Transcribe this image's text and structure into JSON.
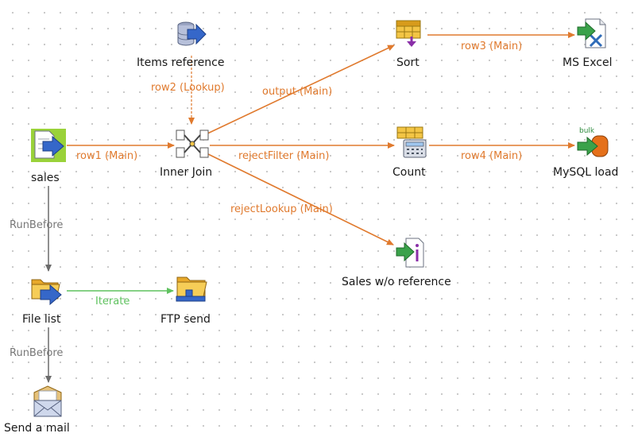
{
  "components": {
    "items_reference": {
      "label": "Items reference",
      "icon": "database-input-icon"
    },
    "sort": {
      "label": "Sort",
      "icon": "sort-icon"
    },
    "ms_excel": {
      "label": "MS Excel",
      "icon": "excel-output-icon"
    },
    "sales": {
      "label": "sales",
      "icon": "file-input-icon"
    },
    "inner_join": {
      "label": "Inner Join",
      "icon": "join-icon"
    },
    "count": {
      "label": "Count",
      "icon": "aggregate-icon"
    },
    "mysql_load": {
      "label": "MySQL load",
      "icon": "mysql-bulk-icon",
      "badge": "bulk"
    },
    "sales_wo_reference": {
      "label": "Sales w/o reference",
      "icon": "file-output-icon"
    },
    "file_list": {
      "label": "File list",
      "icon": "folder-list-icon"
    },
    "ftp_send": {
      "label": "FTP send",
      "icon": "ftp-icon"
    },
    "send_a_mail": {
      "label": "Send a mail",
      "icon": "mail-icon"
    }
  },
  "connections": {
    "row2": "row2 (Lookup)",
    "output": "output (Main)",
    "row3": "row3 (Main)",
    "row1": "row1 (Main)",
    "reject_filter": "rejectFilter (Main)",
    "row4": "row4 (Main)",
    "reject_lookup": "rejectLookup (Main)",
    "run_before_1": "RunBefore",
    "iterate": "Iterate",
    "run_before_2": "RunBefore"
  },
  "colors": {
    "main_link": "#e07a2e",
    "iterate_link": "#5fc25f",
    "trigger_link": "#6b6b6b"
  }
}
